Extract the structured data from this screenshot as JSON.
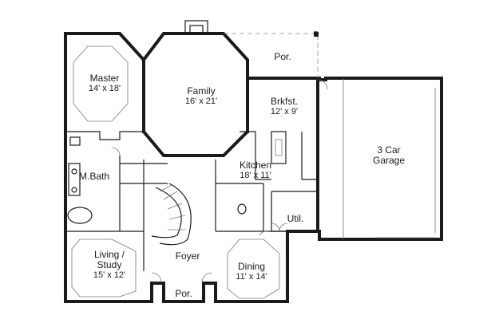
{
  "rooms": {
    "master": {
      "name": "Master",
      "size": "14' x 18'"
    },
    "family": {
      "name": "Family",
      "size": "16' x 21'"
    },
    "porch_rear": {
      "name": "Por."
    },
    "breakfast": {
      "name": "Brkfst.",
      "size": "12' x 9'"
    },
    "garage": {
      "line1": "3 Car",
      "line2": "Garage"
    },
    "master_bath": {
      "name": "M.Bath"
    },
    "kitchen": {
      "name": "Kitchen",
      "size": "18' x 11'"
    },
    "utility": {
      "name": "Util."
    },
    "living": {
      "line1": "Living /",
      "line2": "Study",
      "size": "15' x 12'"
    },
    "foyer": {
      "name": "Foyer"
    },
    "dining": {
      "name": "Dining",
      "size": "11' x 14'"
    },
    "porch_front": {
      "name": "Por."
    }
  }
}
